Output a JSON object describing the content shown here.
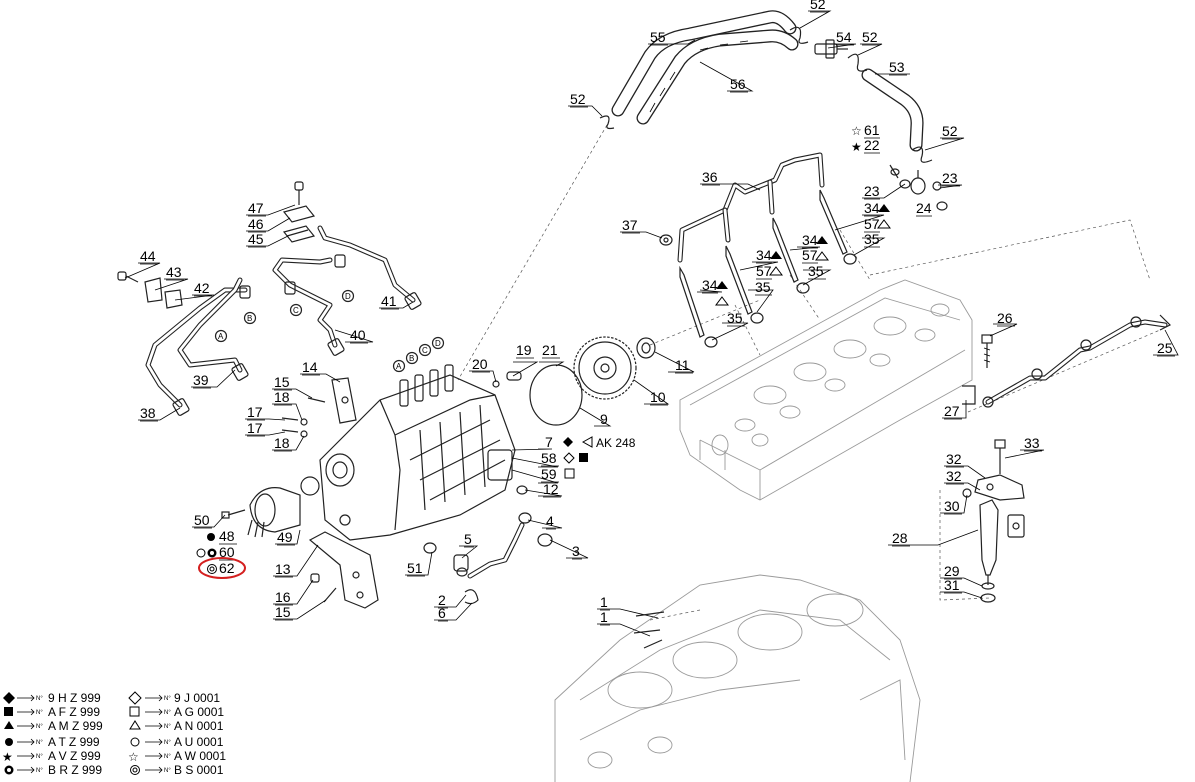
{
  "callouts": [
    {
      "id": "c55",
      "text": "55"
    },
    {
      "id": "c56",
      "text": "56"
    },
    {
      "id": "c52a",
      "text": "52"
    },
    {
      "id": "c52b",
      "text": "52"
    },
    {
      "id": "c54",
      "text": "54"
    },
    {
      "id": "c52c",
      "text": "52"
    },
    {
      "id": "c53",
      "text": "53"
    },
    {
      "id": "c61",
      "text": "61"
    },
    {
      "id": "c22",
      "text": "22"
    },
    {
      "id": "c52d",
      "text": "52"
    },
    {
      "id": "c36",
      "text": "36"
    },
    {
      "id": "c23a",
      "text": "23"
    },
    {
      "id": "c23b",
      "text": "23"
    },
    {
      "id": "c24",
      "text": "24"
    },
    {
      "id": "c34a",
      "text": "34"
    },
    {
      "id": "c57a",
      "text": "57"
    },
    {
      "id": "c37",
      "text": "37"
    },
    {
      "id": "c34b",
      "text": "34"
    },
    {
      "id": "c35a",
      "text": "35"
    },
    {
      "id": "c34c",
      "text": "34"
    },
    {
      "id": "c57b",
      "text": "57"
    },
    {
      "id": "c35b",
      "text": "35"
    },
    {
      "id": "c34d",
      "text": "34"
    },
    {
      "id": "c57c",
      "text": "57"
    },
    {
      "id": "c35c",
      "text": "35"
    },
    {
      "id": "c35d",
      "text": "35"
    },
    {
      "id": "c26",
      "text": "26"
    },
    {
      "id": "c25",
      "text": "25"
    },
    {
      "id": "c27",
      "text": "27"
    },
    {
      "id": "c33",
      "text": "33"
    },
    {
      "id": "c32a",
      "text": "32"
    },
    {
      "id": "c32b",
      "text": "32"
    },
    {
      "id": "c30",
      "text": "30"
    },
    {
      "id": "c28",
      "text": "28"
    },
    {
      "id": "c29",
      "text": "29"
    },
    {
      "id": "c31",
      "text": "31"
    },
    {
      "id": "c47",
      "text": "47"
    },
    {
      "id": "c46",
      "text": "46"
    },
    {
      "id": "c45",
      "text": "45"
    },
    {
      "id": "c44",
      "text": "44"
    },
    {
      "id": "c43",
      "text": "43"
    },
    {
      "id": "c42",
      "text": "42"
    },
    {
      "id": "c41",
      "text": "41"
    },
    {
      "id": "c40",
      "text": "40"
    },
    {
      "id": "c39",
      "text": "39"
    },
    {
      "id": "c38",
      "text": "38"
    },
    {
      "id": "c14",
      "text": "14"
    },
    {
      "id": "c15a",
      "text": "15"
    },
    {
      "id": "c18a",
      "text": "18"
    },
    {
      "id": "c17a",
      "text": "17"
    },
    {
      "id": "c17b",
      "text": "17"
    },
    {
      "id": "c18b",
      "text": "18"
    },
    {
      "id": "c20",
      "text": "20"
    },
    {
      "id": "c19",
      "text": "19"
    },
    {
      "id": "c21",
      "text": "21"
    },
    {
      "id": "c11",
      "text": "11"
    },
    {
      "id": "c10",
      "text": "10"
    },
    {
      "id": "c9",
      "text": "9"
    },
    {
      "id": "c7",
      "text": "7"
    },
    {
      "id": "c58",
      "text": "58"
    },
    {
      "id": "c59",
      "text": "59"
    },
    {
      "id": "c12",
      "text": "12"
    },
    {
      "id": "c50",
      "text": "50"
    },
    {
      "id": "c48",
      "text": "48"
    },
    {
      "id": "c60",
      "text": "60"
    },
    {
      "id": "c62",
      "text": "62"
    },
    {
      "id": "c49",
      "text": "49"
    },
    {
      "id": "c4",
      "text": "4"
    },
    {
      "id": "c5",
      "text": "5"
    },
    {
      "id": "c3",
      "text": "3"
    },
    {
      "id": "c51",
      "text": "51"
    },
    {
      "id": "c13",
      "text": "13"
    },
    {
      "id": "c16",
      "text": "16"
    },
    {
      "id": "c15b",
      "text": "15"
    },
    {
      "id": "c2",
      "text": "2"
    },
    {
      "id": "c6",
      "text": "6"
    },
    {
      "id": "c1a",
      "text": "1"
    },
    {
      "id": "c1b",
      "text": "1"
    }
  ],
  "circle_letters": [
    {
      "id": "A",
      "text": "A"
    },
    {
      "id": "B",
      "text": "B"
    },
    {
      "id": "C",
      "text": "C"
    },
    {
      "id": "D",
      "text": "D"
    }
  ],
  "ak_note": "AK 248",
  "highlight_color": "#d42020",
  "legend": [
    {
      "symbol": "filled-diamond",
      "prefix": "N°",
      "code": "9 H Z 999",
      "alt_symbol": "open-diamond",
      "alt_prefix": "N°",
      "alt_code": "9 J 0001"
    },
    {
      "symbol": "filled-square",
      "prefix": "N°",
      "code": "A F Z 999",
      "alt_symbol": "open-square",
      "alt_prefix": "N°",
      "alt_code": "A G 0001"
    },
    {
      "symbol": "filled-triangle",
      "prefix": "N°",
      "code": "A M Z 999",
      "alt_symbol": "open-triangle",
      "alt_prefix": "N°",
      "alt_code": "A N 0001"
    },
    {
      "symbol": "filled-circle",
      "prefix": "N°",
      "code": "A T Z 999",
      "alt_symbol": "open-circle",
      "alt_prefix": "N°",
      "alt_code": "A U 0001"
    },
    {
      "symbol": "filled-star",
      "prefix": "N°",
      "code": "A V Z 999",
      "alt_symbol": "open-star",
      "alt_prefix": "N°",
      "alt_code": "A W 0001"
    },
    {
      "symbol": "filled-double-circle",
      "prefix": "N°",
      "code": "B R Z 999",
      "alt_symbol": "open-double-circle",
      "alt_prefix": "N°",
      "alt_code": "B S 0001"
    }
  ]
}
